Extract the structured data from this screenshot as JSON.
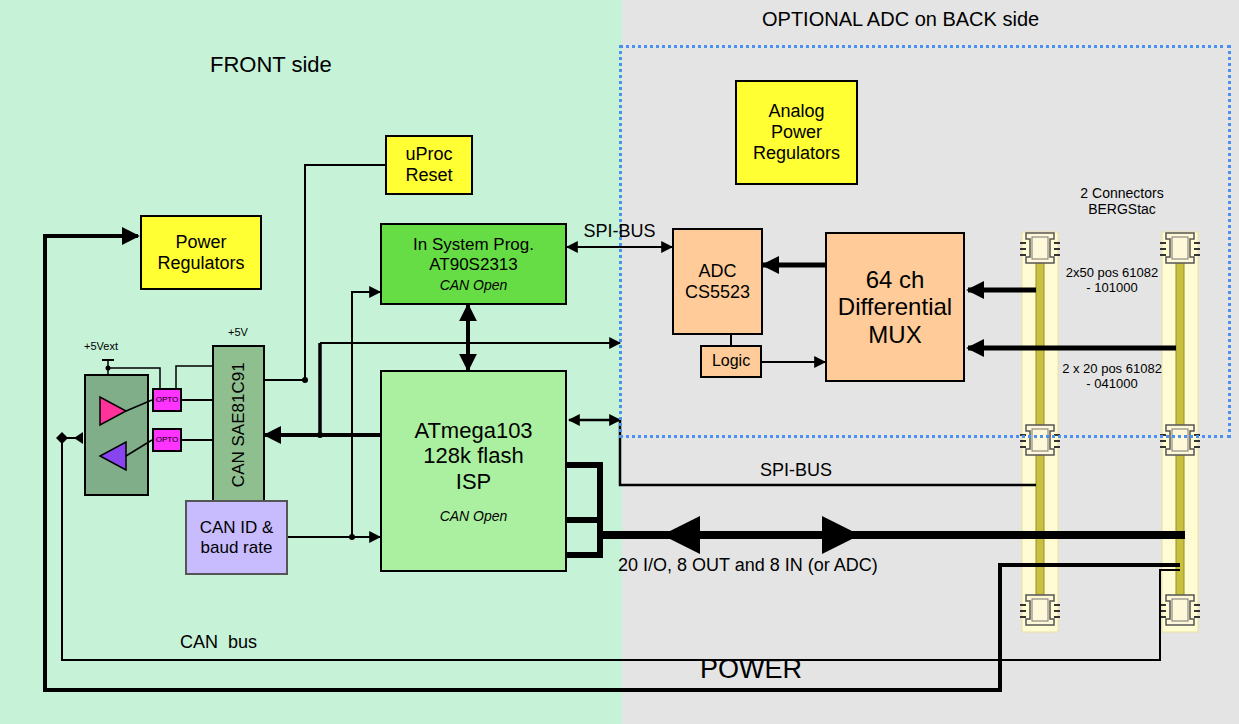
{
  "diagram": {
    "nodes": [
      {
        "text": [
          "FRONT side"
        ]
      },
      {
        "text": [
          "Power Regulators"
        ],
        "in": 0
      },
      {
        "text": [
          "uProc Reset"
        ],
        "in": 0
      },
      {
        "text": [
          "In System Prog. AT90S2313",
          "CAN Open"
        ],
        "in": 0
      },
      {
        "text": [
          "ATmega103 128k flash ISP",
          "CAN Open"
        ],
        "in": 0
      },
      {
        "text": [
          "OPTO"
        ],
        "in": 0
      },
      {
        "text": [
          "OPTO"
        ],
        "in": 0
      },
      {
        "text": [
          "CAN SAE81C91"
        ],
        "in": 0
      },
      {
        "text": [
          "CAN ID & baud rate"
        ],
        "in": 0
      },
      {
        "text": [
          "OPTIONAL ADC on BACK side"
        ]
      },
      {
        "text": [
          "Analog Power Regulators"
        ],
        "in": 9
      },
      {
        "text": [
          "ADC CS5523"
        ],
        "in": 9
      },
      {
        "text": [
          "Logic"
        ],
        "in": 9
      },
      {
        "text": [
          "64 ch Differential MUX"
        ],
        "in": 9
      }
    ],
    "edges": [
      {
        "from": 3,
        "to": 11,
        "label": "SPI-BUS",
        "arrow": "both"
      },
      {
        "from": 3,
        "to": 4,
        "arrow": "both"
      },
      {
        "from": 13,
        "to": 11,
        "arrow": "to"
      },
      {
        "from": 12,
        "to": 13,
        "arrow": "to"
      },
      {
        "from": 11,
        "to": 12,
        "arrow": "none"
      },
      {
        "from": 8,
        "to": 3,
        "arrow": "to"
      },
      {
        "from": 8,
        "to": 4,
        "arrow": "to"
      },
      {
        "from": 4,
        "to": 7,
        "arrow": "to"
      },
      {
        "from": 2,
        "to": 7,
        "arrow": "none"
      },
      {
        "from": 5,
        "to": 7,
        "arrow": "none"
      },
      {
        "from": 6,
        "to": 7,
        "arrow": "none"
      }
    ],
    "labels": [
      "+5Vext",
      "+5V",
      "SPI-BUS",
      "2 Connectors BERGStac",
      "2x50 pos 61082 - 101000",
      "2 x 20 pos 61082 - 041000",
      "20 I/O, 8 OUT and 8 IN (or ADC)",
      "CAN  bus",
      "POWER"
    ]
  }
}
